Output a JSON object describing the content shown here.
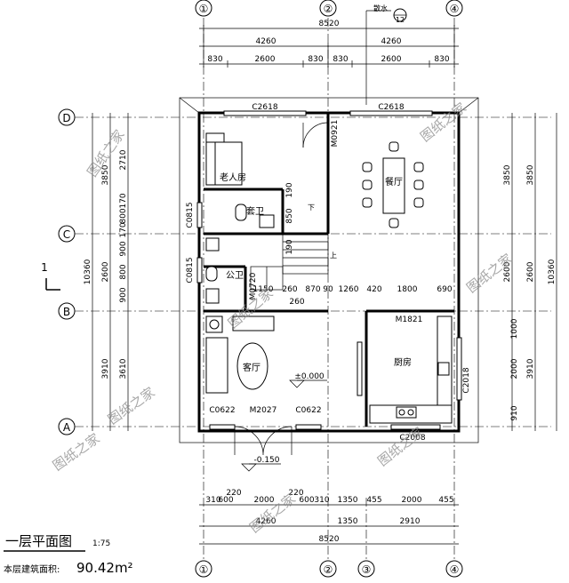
{
  "axes": {
    "top": [
      "①",
      "②",
      "④"
    ],
    "top_sub": {
      "label": "12",
      "note": "散水"
    },
    "bottom": [
      "①",
      "②",
      "③",
      "④"
    ],
    "left": [
      "D",
      "C",
      "B",
      "A"
    ]
  },
  "dims_top": {
    "total": "8520",
    "halves": [
      "4260",
      "4260"
    ],
    "parts": [
      "830",
      "2600",
      "830",
      "830",
      "2600",
      "830"
    ]
  },
  "dims_bottom": {
    "row1": [
      "310",
      "600",
      "220",
      "2000",
      "220",
      "600",
      "310",
      "1350",
      "455",
      "2000",
      "455"
    ],
    "row2": [
      "4260",
      "1350",
      "2910"
    ],
    "total": "8520"
  },
  "dims_left": {
    "outer": "10360",
    "inner": [
      "3850",
      "2600",
      "3910"
    ],
    "detail": [
      "2710",
      "170",
      "800",
      "170",
      "900",
      "800",
      "900",
      "3610"
    ]
  },
  "dims_right": {
    "outer": "10360",
    "inner": [
      "3850",
      "2600",
      "3910"
    ],
    "detail": [
      "1000",
      "2000",
      "910"
    ]
  },
  "rooms": {
    "elder": "老人房",
    "suite_bath": "套卫",
    "public_bath": "公卫",
    "dining": "餐厅",
    "living": "客厅",
    "kitchen": "厨房"
  },
  "openings": {
    "c2618_left": "C2618",
    "c2618_right": "C2618",
    "m0921": "M0921",
    "c0815_a": "C0815",
    "c0815_b": "C0815",
    "m0720": "M0720",
    "m1821": "M1821",
    "c2018": "C2018",
    "c0622_a": "C0622",
    "c0622_b": "C0622",
    "m2027": "M2027",
    "c2008": "C2008"
  },
  "levels": {
    "floor": "±0.000",
    "exterior": "-0.150"
  },
  "inner_dims": [
    "1150",
    "260",
    "870",
    "90",
    "1260",
    "420",
    "1800",
    "690"
  ],
  "stair_dims": [
    "190",
    "850",
    "190",
    "260"
  ],
  "stair_marks": {
    "up": "上",
    "down": "下"
  },
  "section_mark": "1",
  "title": "一层平面图",
  "scale": "1:75",
  "area_label": "本层建筑面积:",
  "area_value": "90.42m²",
  "watermarks": [
    "图纸之家",
    "图纸之家",
    "图纸之家",
    "图纸之家",
    "图纸之家",
    "图纸之家",
    "图纸之家",
    "图纸之家"
  ]
}
